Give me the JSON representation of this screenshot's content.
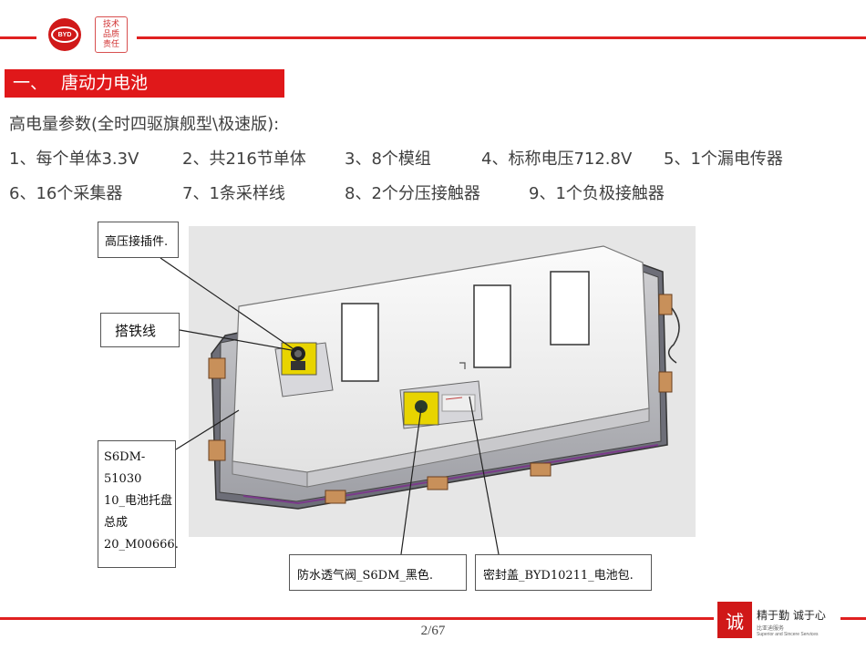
{
  "header": {
    "byd_logo_text": "BYD",
    "seal_text": "技术品质责任"
  },
  "section": {
    "number": "一、",
    "title": "唐动力电池"
  },
  "params": {
    "heading": "高电量参数(全时四驱旗舰型\\极速版):",
    "row1": [
      "1、每个单体3.3V",
      "2、共216节单体",
      "3、8个模组",
      "4、标称电压712.8V",
      "5、1个漏电传器"
    ],
    "row2": [
      "6、16个采集器",
      "7、1条采样线",
      "8、2个分压接触器",
      "9、1个负极接触器"
    ]
  },
  "callouts": {
    "hv_connector": "高压接插件.",
    "ground_wire": "搭铁线",
    "tray_line1": "S6DM-51030",
    "tray_line2": "10_电池托盘",
    "tray_line3": "总成",
    "tray_line4": "20_M00666.",
    "vent_valve": "防水透气阀_S6DM_黑色.",
    "seal_cover": "密封盖_BYD10211_电池包."
  },
  "footer": {
    "page": "2/67",
    "logo_char": "诚",
    "motto": "精于勤 诚于心",
    "motto_sub": "比亚迪服务",
    "motto_en": "Superior and Sincere Services"
  },
  "colors": {
    "brand_red": "#e0181a",
    "text_gray": "#404040",
    "figure_bg": "#e6e6e6"
  }
}
